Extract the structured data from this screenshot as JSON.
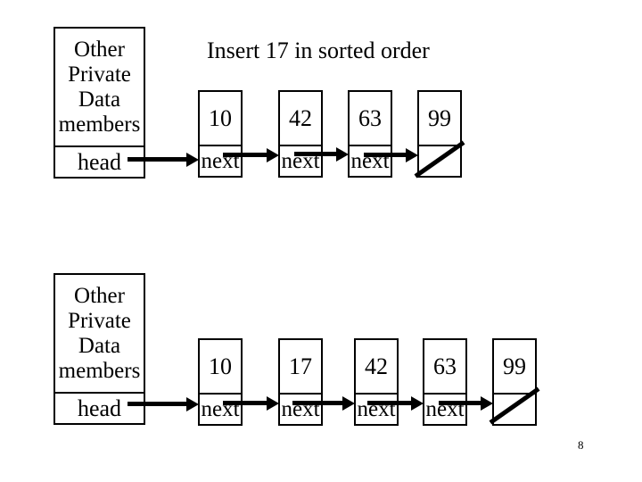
{
  "slide": {
    "title": "Insert 17 in sorted order",
    "page_number": "8",
    "background_color": "#ffffff",
    "stroke_color": "#000000"
  },
  "record_box": {
    "label_lines": [
      "Other",
      "Private",
      "Data",
      "members"
    ],
    "pointer_label": "head"
  },
  "diagrams": [
    {
      "name": "list-before-insert",
      "nodes": [
        {
          "value": "10",
          "pointer": "next"
        },
        {
          "value": "42",
          "pointer": "next"
        },
        {
          "value": "63",
          "pointer": "next"
        },
        {
          "value": "99",
          "pointer": "",
          "null_pointer": true
        }
      ]
    },
    {
      "name": "list-after-insert",
      "nodes": [
        {
          "value": "10",
          "pointer": "next"
        },
        {
          "value": "17",
          "pointer": "next"
        },
        {
          "value": "42",
          "pointer": "next"
        },
        {
          "value": "63",
          "pointer": "next"
        },
        {
          "value": "99",
          "pointer": "",
          "null_pointer": true
        }
      ]
    }
  ]
}
